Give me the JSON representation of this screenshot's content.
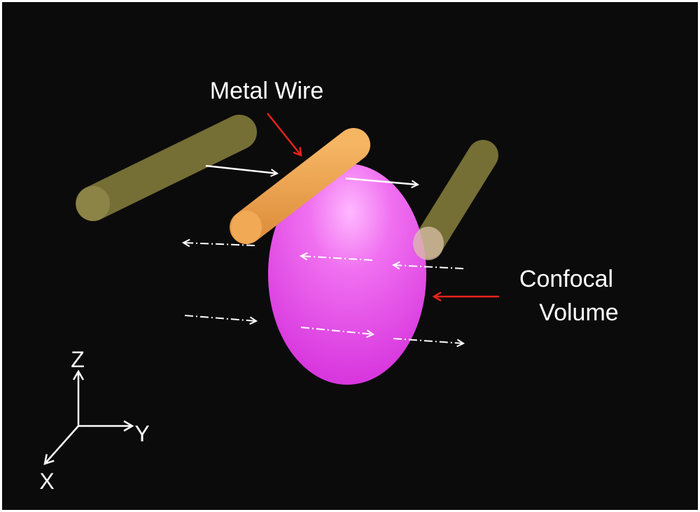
{
  "labels": {
    "metal_wire": "Metal Wire",
    "confocal_line1": "Confocal",
    "confocal_line2": "Volume"
  },
  "axes": {
    "z": "Z",
    "y": "Y",
    "x": "X"
  },
  "colors": {
    "background": "#0b0b0b",
    "frame": "#ffffff",
    "metal_wire": "#eea34f",
    "rods": "#756e35",
    "confocal_volume": "#ee55ee",
    "pointer_arrows": "#e8221b",
    "motion_arrows": "#ffffff"
  }
}
